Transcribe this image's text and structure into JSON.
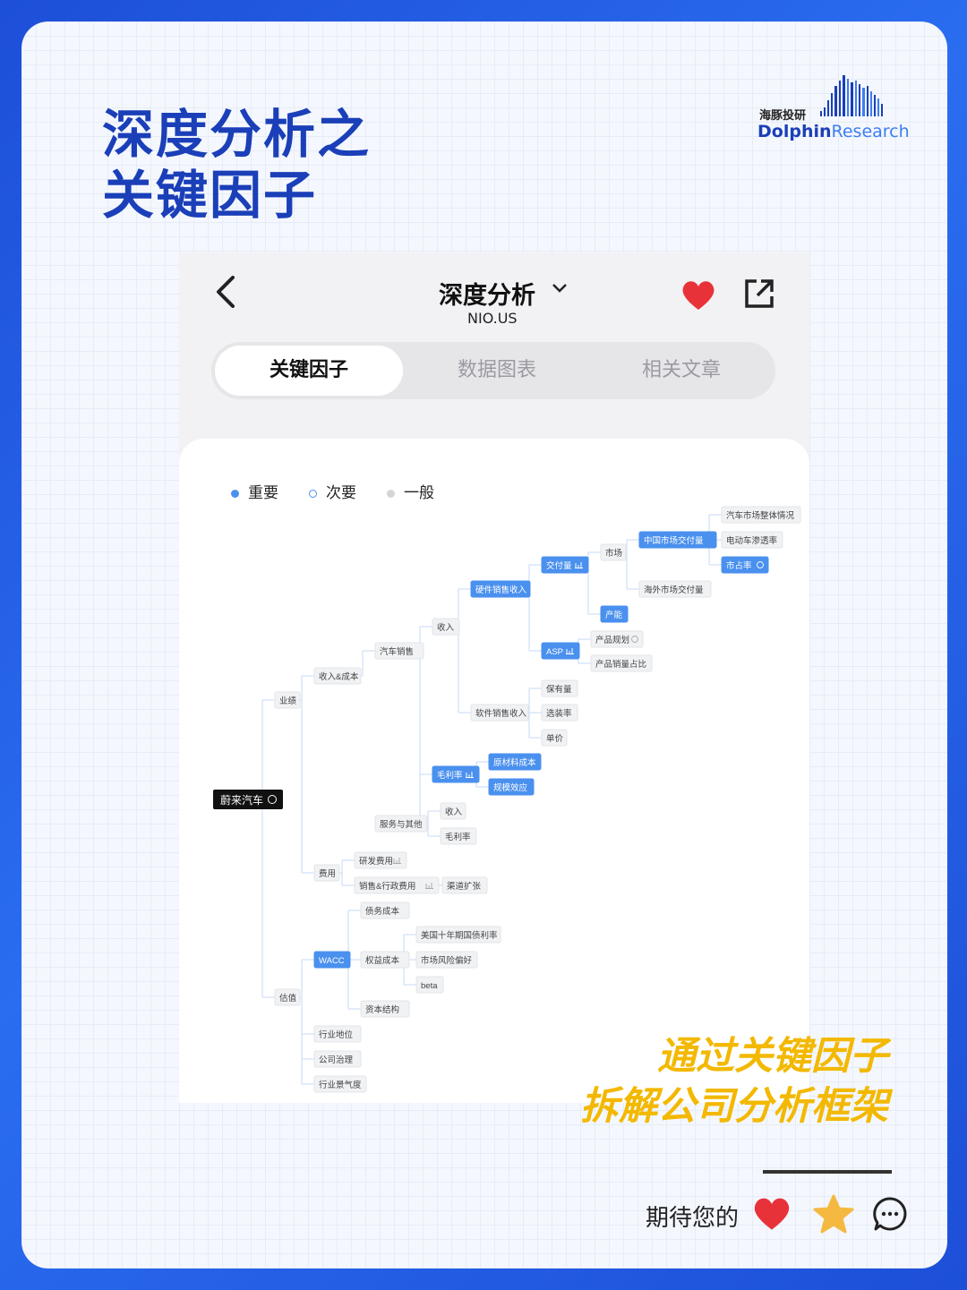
{
  "headline": {
    "line1": "深度分析之",
    "line2": "关键因子"
  },
  "logo": {
    "cn": "海豚投研",
    "en_part1": "Dolphin",
    "en_part2": "Research"
  },
  "app": {
    "title": "深度分析",
    "ticker": "NIO.US",
    "tabs": [
      {
        "label": "关键因子",
        "active": true
      },
      {
        "label": "数据图表",
        "active": false
      },
      {
        "label": "相关文章",
        "active": false
      }
    ],
    "legend": [
      {
        "label": "重要",
        "style": "filled"
      },
      {
        "label": "次要",
        "style": "outline"
      },
      {
        "label": "一般",
        "style": "gray"
      }
    ]
  },
  "mindmap": {
    "root": "蔚来汽车",
    "nodes": [
      "汽车市场整体情况",
      "电动车渗透率",
      "中国市场交付量",
      "市占率",
      "市场",
      "交付量",
      "海外市场交付量",
      "硬件销售收入",
      "产能",
      "收入",
      "产品规划",
      "ASP",
      "产品销量占比",
      "汽车销售",
      "收入&成本",
      "保有量",
      "软件销售收入",
      "选装率",
      "单价",
      "业绩",
      "原材料成本",
      "毛利率",
      "规模效应",
      "收入",
      "服务与其他",
      "毛利率",
      "研发费用",
      "费用",
      "销售&行政费用",
      "渠道扩张",
      "债务成本",
      "美国十年期国债利率",
      "WACC",
      "权益成本",
      "市场风险偏好",
      "beta",
      "估值",
      "资本结构",
      "行业地位",
      "公司治理",
      "行业景气度"
    ]
  },
  "caption": {
    "line1": "通过关键因子",
    "line2": "拆解公司分析框架"
  },
  "footer": {
    "text": "期待您的"
  },
  "colors": {
    "brand": "#1a3fb8",
    "accent": "#3c7ef0",
    "node_primary": "#4a90ee",
    "caption": "#f3b800",
    "heart": "#e8323a",
    "star": "#f5b941"
  },
  "icons": [
    "back-icon",
    "caret-down-icon",
    "heart-icon",
    "share-icon",
    "info-icon",
    "chart-icon",
    "star-icon",
    "comment-icon"
  ]
}
